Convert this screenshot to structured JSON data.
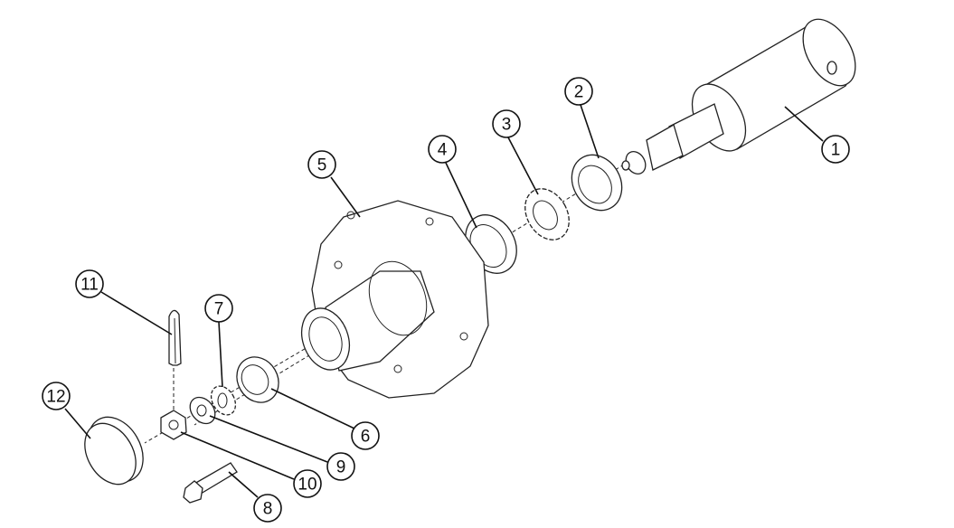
{
  "diagram": {
    "type": "exploded-parts-view",
    "callouts": [
      {
        "id": "c1",
        "label": "1"
      },
      {
        "id": "c2",
        "label": "2"
      },
      {
        "id": "c3",
        "label": "3"
      },
      {
        "id": "c4",
        "label": "4"
      },
      {
        "id": "c5",
        "label": "5"
      },
      {
        "id": "c6",
        "label": "6"
      },
      {
        "id": "c7",
        "label": "7"
      },
      {
        "id": "c8",
        "label": "8"
      },
      {
        "id": "c9",
        "label": "9"
      },
      {
        "id": "c10",
        "label": "10"
      },
      {
        "id": "c11",
        "label": "11"
      },
      {
        "id": "c12",
        "label": "12"
      }
    ]
  }
}
